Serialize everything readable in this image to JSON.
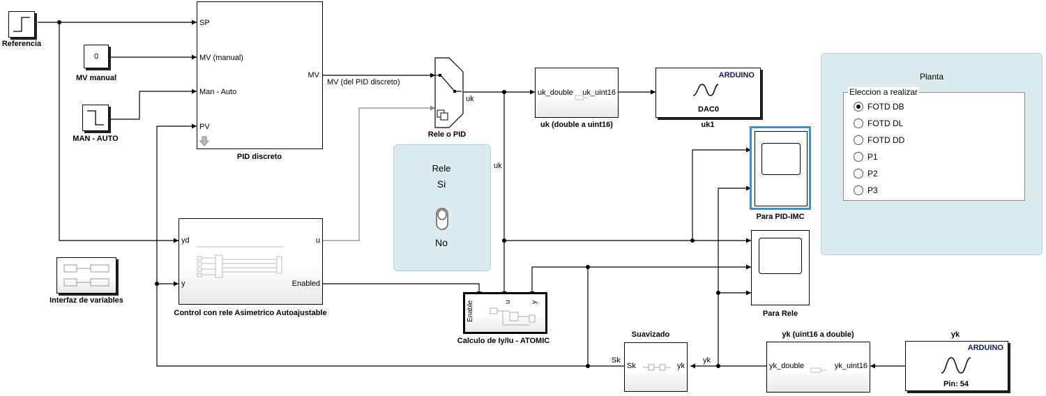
{
  "blocks": {
    "referencia": "Referencia",
    "mv_manual_value": "0",
    "mv_manual": "MV manual",
    "man_auto": "MAN - AUTO",
    "pid_discreto": "PID discreto",
    "pid_ports": {
      "sp": "SP",
      "mv_manual": "MV (manual)",
      "man_auto": "Man - Auto",
      "pv": "PV",
      "mv": "MV"
    },
    "rele_o_pid": "Rele o PID",
    "uk_conv": "uk (double a uint16)",
    "uk_conv_ports": {
      "in": "uk_double",
      "out": "uk_uint16"
    },
    "uk1": "uk1",
    "uk1_brand": "ARDUINO",
    "uk1_pin": "DAC0",
    "para_pid_imc": "Para PID-IMC",
    "para_rele": "Para Rele",
    "control_rele": "Control con rele Asimetrico Autoajustable",
    "control_ports": {
      "yd": "yd",
      "y": "y",
      "u": "u",
      "enabled": "Enabled"
    },
    "interfaz": "Interfaz de variables",
    "calculo": "Calculo de Iy/Iu - ATOMIC",
    "calculo_ports": {
      "enable": "Enable",
      "u": "u",
      "y": "y"
    },
    "suavizado": "Suavizado",
    "suavizado_ports": {
      "in": "Sk",
      "out": "yk"
    },
    "yk_conv": "yk (uint16 a double)",
    "yk_conv_ports": {
      "in": "yk_double",
      "out": "yk_uint16"
    },
    "yk": "yk",
    "yk_brand": "ARDUINO",
    "yk_pin": "Pin: 54"
  },
  "signals": {
    "mv_pid": "MV (del PID discreto)",
    "uk_a": "uk",
    "uk_b": "uk",
    "sk": "Sk",
    "yk": "yk"
  },
  "rele_panel": {
    "title": "Rele",
    "on": "Si",
    "off": "No"
  },
  "planta_panel": {
    "title": "Planta",
    "group": "Eleccion a realizar",
    "options": [
      "FOTD DB",
      "FOTD DL",
      "FOTD DD",
      "P1",
      "P2",
      "P3"
    ],
    "selected": "FOTD DB"
  }
}
